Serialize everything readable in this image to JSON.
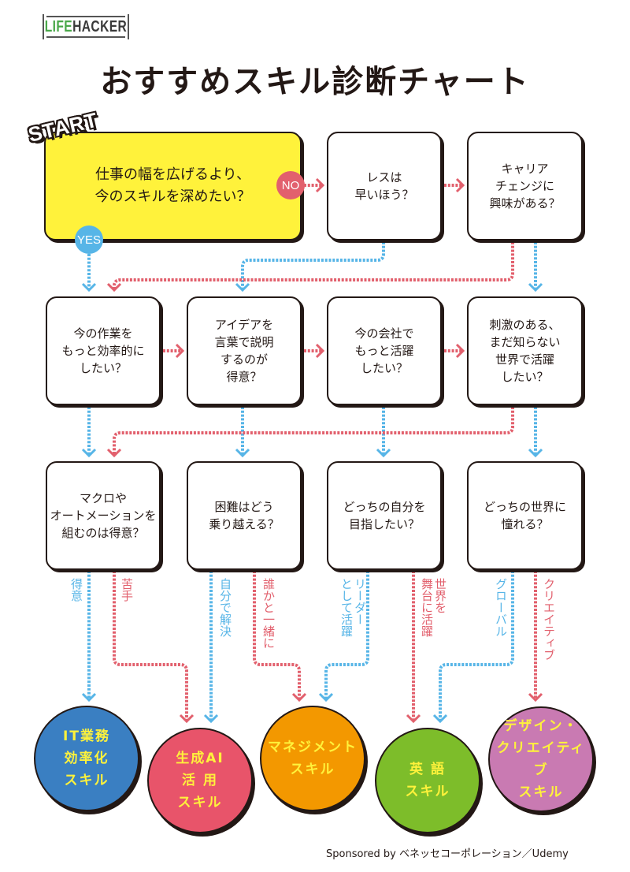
{
  "brand": {
    "logo_left": "LIFE",
    "logo_right": "HACKER"
  },
  "title": "おすすめスキル診断チャート",
  "start_label": "START",
  "badges": {
    "yes": "YES",
    "no": "NO"
  },
  "colors": {
    "start_box": "#fff23b",
    "yes_path": "#57b5e7",
    "no_path": "#e2606d",
    "result_text": "#fff23b"
  },
  "questions": [
    {
      "id": "q1",
      "text": "仕事の幅を広げるより、\n今のスキルを深めたい？"
    },
    {
      "id": "q2",
      "text": "レスは\n早いほう？"
    },
    {
      "id": "q3",
      "text": "キャリア\nチェンジに\n興味がある？"
    },
    {
      "id": "q4",
      "text": "今の作業を\nもっと効率的に\nしたい？"
    },
    {
      "id": "q5",
      "text": "アイデアを\n言葉で説明\nするのが\n得意？"
    },
    {
      "id": "q6",
      "text": "今の会社で\nもっと活躍\nしたい？"
    },
    {
      "id": "q7",
      "text": "刺激のある、\nまだ知らない\n世界で活躍\nしたい？"
    },
    {
      "id": "q8",
      "text": "マクロや\nオートメーションを\n組むのは得意？"
    },
    {
      "id": "q9",
      "text": "困難はどう\n乗り越える？"
    },
    {
      "id": "q10",
      "text": "どっちの自分を\n目指したい？"
    },
    {
      "id": "q11",
      "text": "どっちの世界に\n憧れる？"
    }
  ],
  "branch_labels": [
    {
      "text": "得意",
      "type": "yes"
    },
    {
      "text": "苦手",
      "type": "no"
    },
    {
      "text": "自分で解決",
      "type": "yes"
    },
    {
      "text": "誰かと一緒に",
      "type": "no"
    },
    {
      "text": "リーダー\nとして活躍",
      "type": "yes"
    },
    {
      "text": "世界を\n舞台に活躍",
      "type": "no"
    },
    {
      "text": "グローバル",
      "type": "yes"
    },
    {
      "text": "クリエイティブ",
      "type": "no"
    }
  ],
  "results": [
    {
      "text": "IT業務\n効率化\nスキル",
      "color": "#3a7fc2"
    },
    {
      "text": "生成AI\n活 用\nスキル",
      "color": "#e8546a"
    },
    {
      "text": "マネジメント\nスキル",
      "color": "#f39800"
    },
    {
      "text": "英 語\nスキル",
      "color": "#7dbd2a"
    },
    {
      "text": "デザイン・\nクリエイティブ\nスキル",
      "color": "#c97ab2"
    }
  ],
  "footer": "Sponsored by ベネッセコーポレーション／Udemy"
}
